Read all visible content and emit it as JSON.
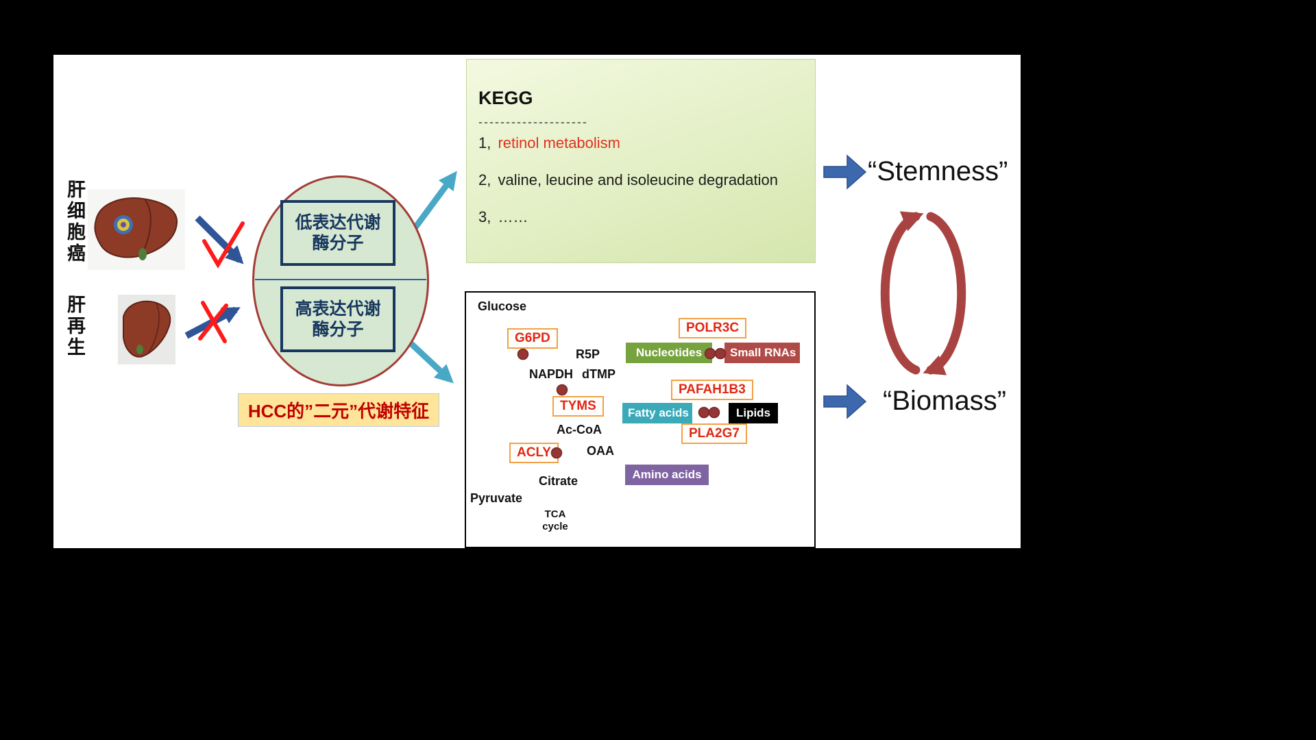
{
  "left": {
    "hcc_label": "肝细胞癌",
    "regen_label": "肝再生"
  },
  "center": {
    "low_box_line1": "低表达代谢",
    "low_box_line2": "酶分子",
    "high_box_line1": "高表达代谢",
    "high_box_line2": "酶分子",
    "caption": "HCC的”二元”代谢特征"
  },
  "kegg": {
    "title": "KEGG",
    "divider": "--------------------",
    "items": [
      {
        "prefix": "1,",
        "text": "retinol metabolism"
      },
      {
        "prefix": "2,",
        "text": "valine, leucine and isoleucine degradation"
      },
      {
        "prefix": "3,",
        "text": "……"
      }
    ]
  },
  "outcomes": {
    "stemness": "“Stemness”",
    "biomass": "“Biomass”"
  },
  "pathway": {
    "glucose": "Glucose",
    "g6pd": "G6PD",
    "r5p": "R5P",
    "napdh": "NAPDH",
    "dtmp": "dTMP",
    "polr3c": "POLR3C",
    "nucleotides": "Nucleotides",
    "small_rnas": "Small RNAs",
    "tyms": "TYMS",
    "fatty_acids": "Fatty acids",
    "pafah1b3": "PAFAH1B3",
    "lipids": "Lipids",
    "pla2g7": "PLA2G7",
    "ac_coa": "Ac-CoA",
    "acly": "ACLY",
    "oaa": "OAA",
    "citrate": "Citrate",
    "amino_acids": "Amino acids",
    "pyruvate": "Pyruvate",
    "tca_line1": "TCA",
    "tca_line2": "cycle"
  },
  "colors": {
    "enzyme_text": "#e02716",
    "enzyme_border": "#f2a045",
    "nucleotides_bg": "#77a33e",
    "small_rnas_bg": "#b04a47",
    "fatty_acids_bg": "#3aa9b8",
    "lipids_bg": "#000000",
    "amino_acids_bg": "#8064a2",
    "kegg_highlight": "#e0301e",
    "kegg_box_bg": "#e3efc5",
    "ellipse_fill": "#d6e8d2",
    "ellipse_border": "#a33c36",
    "caption_bg": "#ffe599",
    "caption_text": "#c00000",
    "arrow_blue": "#2f5597",
    "arrow_teal": "#48a8c5",
    "block_arrow_blue": "#3e68ae",
    "cycle_red": "#a84342",
    "pathway_arrow": "#41719c",
    "dot_red": "#963634"
  }
}
